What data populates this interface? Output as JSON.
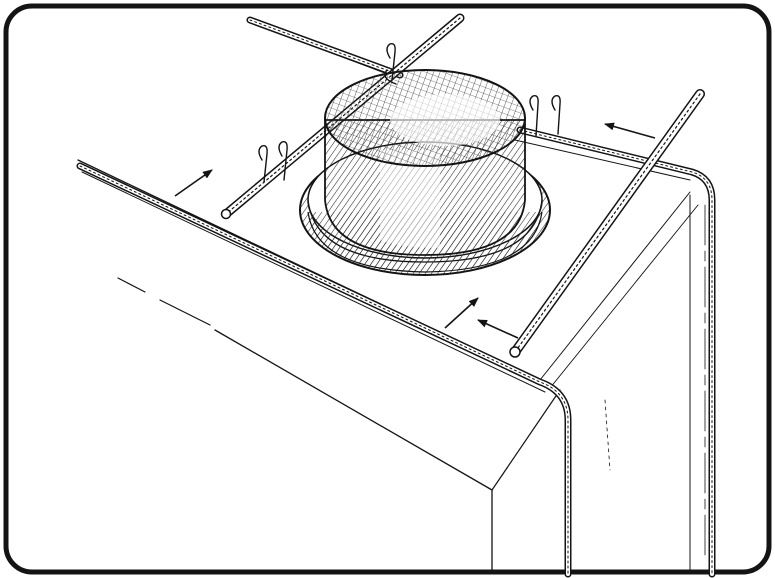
{
  "figure": {
    "colors": {
      "ink": "#141414",
      "paper": "#ffffff",
      "hatch": "#2a2a2a"
    },
    "parts": [
      "rounded-frame",
      "box-corner",
      "cylindrical-cap",
      "wire-rods",
      "wire-ties",
      "direction-arrows"
    ],
    "arrow_count": 4,
    "rod_count": 4,
    "tie_count": 3
  }
}
